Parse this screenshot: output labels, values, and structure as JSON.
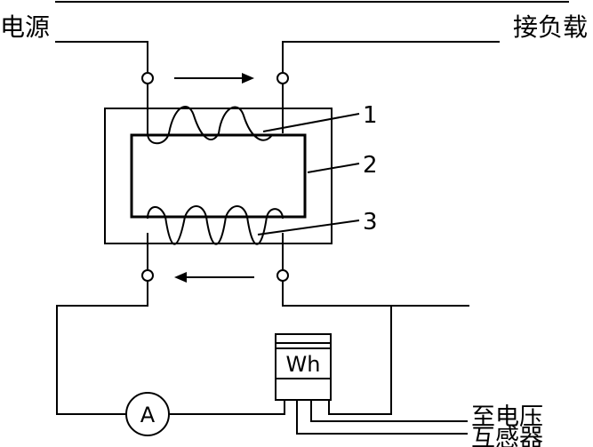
{
  "labels": {
    "source": "电源",
    "load": "接负载",
    "part1": "1",
    "part2": "2",
    "part3": "3",
    "ammeter": "A",
    "meter": "Wh",
    "to_vt_line1": "至电压",
    "to_vt_line2": "互感器"
  },
  "colors": {
    "ink": "#000000",
    "background": "#ffffff"
  }
}
